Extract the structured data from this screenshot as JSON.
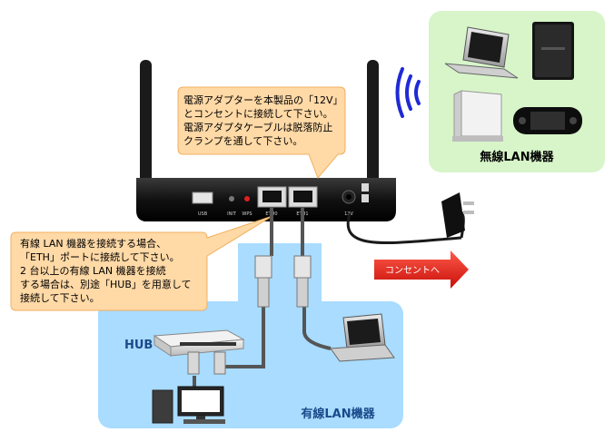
{
  "power_callout": {
    "lines": [
      "電源アダプターを本製品の「12V」",
      "とコンセントに接続して下さい。",
      "電源アダプタケーブルは脱落防止",
      "クランプを通して下さい。"
    ]
  },
  "wired_callout": {
    "lines": [
      "有線 LAN 機器を接続する場合、",
      "「ETH」ポートに接続して下さい。",
      "2 台以上の有線 LAN 機器を接続",
      "する場合は、別途「HUB」を用意して",
      "接続して下さい。"
    ]
  },
  "router": {
    "port_labels": {
      "usb": "USB",
      "init": "INIT",
      "wps": "WPS",
      "eth0": "ETH0",
      "eth1": "ETH1",
      "power": "12V"
    }
  },
  "wireless_area": {
    "title": "無線LAN機器"
  },
  "wired_area": {
    "title": "有線LAN機器",
    "hub_label": "HUB"
  },
  "outlet_arrow": {
    "label": "コンセントへ"
  },
  "colors": {
    "callout_fill": "#ffd9a6",
    "wireless_bg": "#d7f5c9",
    "wired_bg": "#a9dcff",
    "wired_title": "#1a4a8a",
    "arrow": "#e8201c"
  }
}
